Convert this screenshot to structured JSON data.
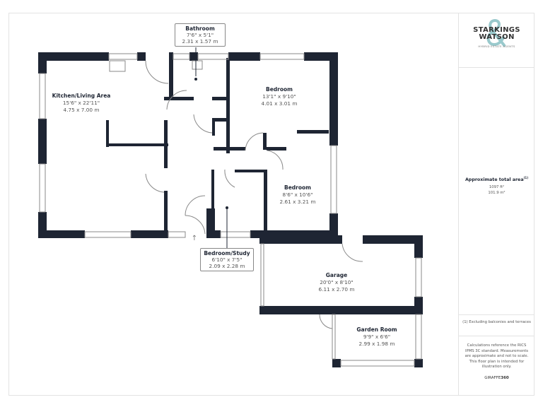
{
  "brand": {
    "name_line1": "STARKINGS",
    "name_line2": "WATSON",
    "tagline": "HYBRID ESTATE AGENTS",
    "ampersand": "&",
    "accent": "#7fbcbf"
  },
  "area": {
    "title": "Approximate total area",
    "footnote_ref": "(1)",
    "sqft": "1097 ft²",
    "sqm": "101.9 m²"
  },
  "footnote": "(1) Excluding balconies and terraces",
  "disclaimer": "Calculations reference the RICS IPMS 3C standard. Measurements are approximate and not to scale. This floor plan is intended for illustration only.",
  "credit": {
    "prefix": "GIRAFFE",
    "suffix": "360"
  },
  "wall_color": "#1e2533",
  "rooms": [
    {
      "name": "Kitchen/Living Area",
      "imperial": "15'6\" x 22'11\"",
      "metric": "4.75 x 7.00 m"
    },
    {
      "name": "Bathroom",
      "imperial": "7'6\" x 5'1\"",
      "metric": "2.31 x 1.57 m"
    },
    {
      "name": "Bedroom",
      "imperial": "13'1\" x 9'10\"",
      "metric": "4.01 x 3.01 m"
    },
    {
      "name": "Bedroom",
      "imperial": "8'6\" x 10'6\"",
      "metric": "2.61 x 3.21 m"
    },
    {
      "name": "Bedroom/Study",
      "imperial": "6'10\" x 7'5\"",
      "metric": "2.09 x 2.28 m"
    },
    {
      "name": "Garage",
      "imperial": "20'0\" x 8'10\"",
      "metric": "6.11 x 2.70 m"
    },
    {
      "name": "Garden Room",
      "imperial": "9'9\" x 6'6\"",
      "metric": "2.99 x 1.98 m"
    }
  ],
  "entrance_arrow": "↑"
}
